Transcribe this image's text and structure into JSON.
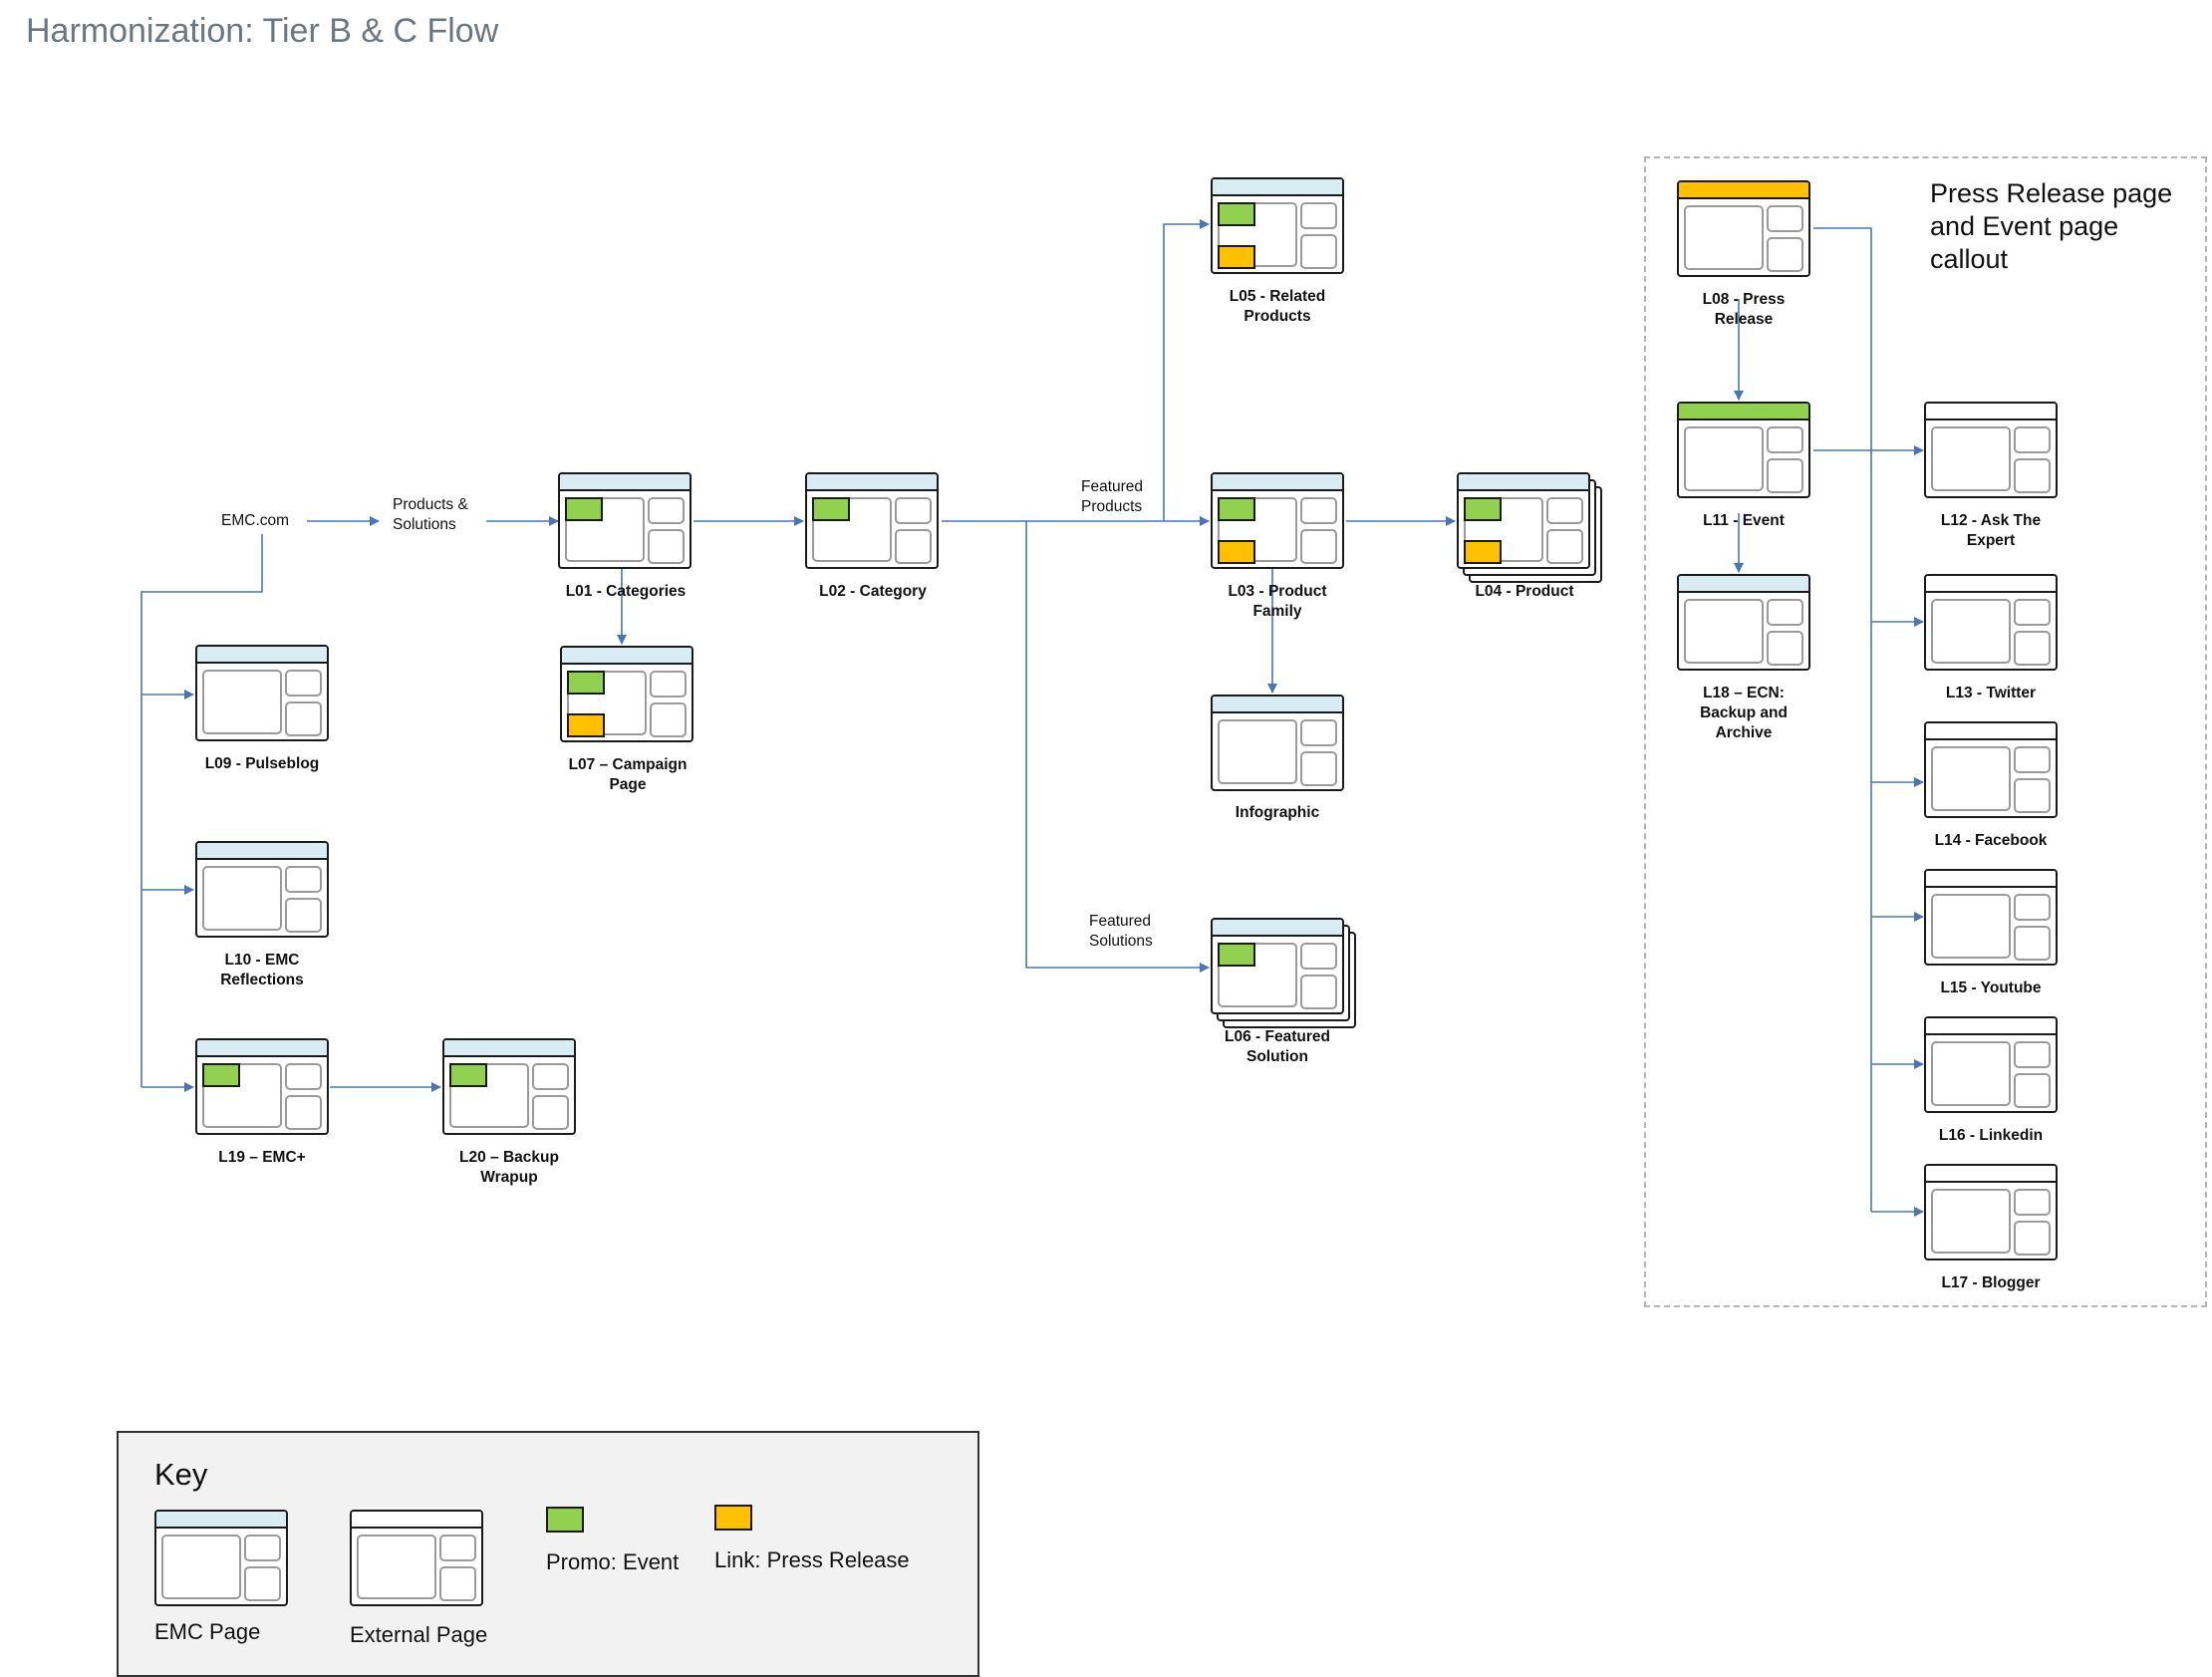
{
  "title": "Harmonization: Tier B & C Flow",
  "colors": {
    "emc_header": "#d9ecf4",
    "promo_event": "#92d050",
    "link_press_release": "#ffc000",
    "connector": "#4a76b8"
  },
  "entry": {
    "site": "EMC.com",
    "products_solutions": [
      "Products &",
      "Solutions"
    ]
  },
  "edge_labels": {
    "featured_products": [
      "Featured",
      "Products"
    ],
    "featured_solutions": [
      "Featured",
      "Solutions"
    ]
  },
  "nodes": {
    "l01": [
      "L01 - Categories"
    ],
    "l02": [
      "L02 - Category"
    ],
    "l03": [
      "L03 - Product",
      "Family"
    ],
    "l04": [
      "L04 - Product"
    ],
    "l05": [
      "L05 - Related",
      "Products"
    ],
    "l06": [
      "L06 - Featured",
      "Solution"
    ],
    "l07": [
      "L07 – Campaign",
      "Page"
    ],
    "l08": [
      "L08 - Press",
      "Release"
    ],
    "l09": [
      "L09 - Pulseblog"
    ],
    "l10": [
      "L10 - EMC",
      "Reflections"
    ],
    "l11": [
      "L11 - Event"
    ],
    "l12": [
      "L12 - Ask The",
      "Expert"
    ],
    "l13": [
      "L13 - Twitter"
    ],
    "l14": [
      "L14 - Facebook"
    ],
    "l15": [
      "L15 - Youtube"
    ],
    "l16": [
      "L16 - Linkedin"
    ],
    "l17": [
      "L17 - Blogger"
    ],
    "l18": [
      "L18 – ECN:",
      "Backup and",
      "Archive"
    ],
    "l19": [
      "L19 – EMC+"
    ],
    "l20": [
      "L20 – Backup",
      "Wrapup"
    ],
    "infographic": [
      "Infographic"
    ]
  },
  "callout": [
    "Press Release page",
    "and Event page",
    "callout"
  ],
  "key": {
    "title": "Key",
    "emc_page": "EMC Page",
    "external_page": "External Page",
    "promo_event": "Promo: Event",
    "link_press_release": "Link: Press Release"
  }
}
